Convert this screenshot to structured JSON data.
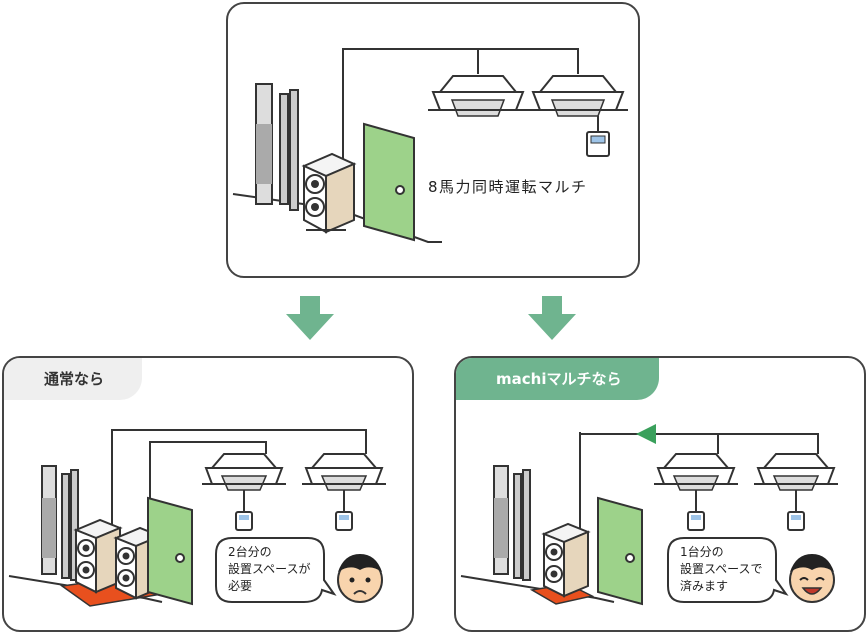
{
  "top_panel": {
    "caption": "8馬力同時運転マルチ"
  },
  "left_panel": {
    "label": "通常なら",
    "bubble_text": "2台分の\n設置スペースが\n必要"
  },
  "right_panel": {
    "label": "machiマルチなら",
    "bubble_text": "1台分の\n設置スペースで\n済みます"
  },
  "colors": {
    "accent_green": "#6fb48f",
    "door_green": "#9dd28a",
    "base_red": "#e8501e",
    "outline": "#333333",
    "label_gray": "#efefef"
  }
}
